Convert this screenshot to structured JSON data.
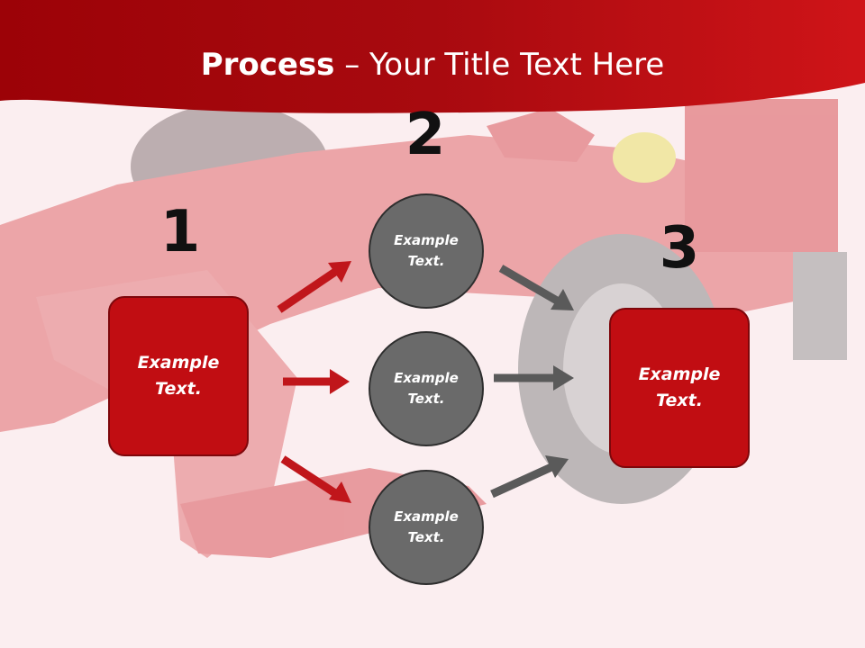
{
  "slide": {
    "title_bold": "Process",
    "title_rest": " – Your Title Text Here"
  },
  "steps": [
    "1",
    "2",
    "3"
  ],
  "left_box": {
    "label": "Example\nText."
  },
  "circles": [
    {
      "label": "Example\nText."
    },
    {
      "label": "Example\nText."
    },
    {
      "label": "Example\nText."
    }
  ],
  "right_box": {
    "label": "Example\nText."
  },
  "colors": {
    "header_red": "#b30a0f",
    "box_red": "#c10d12",
    "circle_gray": "#6a6a6a",
    "arrow_red": "#c0161b",
    "arrow_gray": "#5a5a5a"
  }
}
